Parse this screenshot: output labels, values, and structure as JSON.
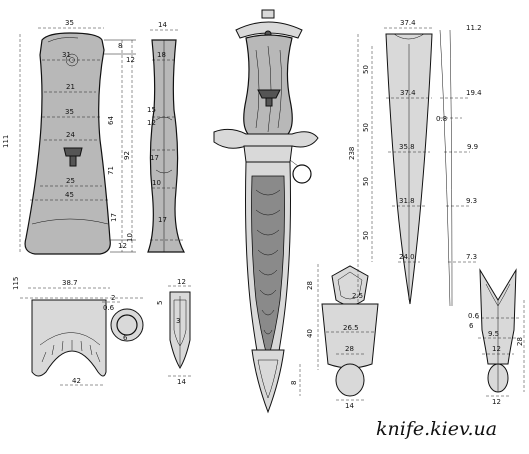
{
  "watermark": "knife.kiev.ua",
  "grip_front": {
    "dims_h": [
      "35",
      "31",
      "21",
      "35",
      "24",
      "25",
      "45"
    ],
    "dims_v_left": [
      "111"
    ],
    "dims_v_right": [
      "8",
      "12",
      "64",
      "92",
      "71",
      "17",
      "10",
      "12"
    ]
  },
  "grip_side": {
    "dims": [
      "14",
      "18",
      "15",
      "12",
      "17",
      "10",
      "17"
    ]
  },
  "crossguard": {
    "dims": [
      "115",
      "38.7",
      "2",
      "0.6",
      "6",
      "42"
    ]
  },
  "guard_side": {
    "dims": [
      "12",
      "5",
      "3",
      "14"
    ]
  },
  "scabbard_mount": {
    "dims": [
      "28",
      "2.5",
      "40",
      "26.5",
      "28",
      "8",
      "14"
    ]
  },
  "blade": {
    "dims_top": [
      "37.4",
      "11.2"
    ],
    "dims_width": [
      "37.4",
      "35.8",
      "31.8",
      "24.0"
    ],
    "dims_thick": [
      "19.4",
      "0.8",
      "9.9",
      "9.3",
      "7.3"
    ],
    "dims_len": [
      "238",
      "50",
      "50",
      "50",
      "50"
    ]
  },
  "chape": {
    "dims": [
      "0.6",
      "6",
      "9.5",
      "12",
      "28",
      "12"
    ]
  }
}
